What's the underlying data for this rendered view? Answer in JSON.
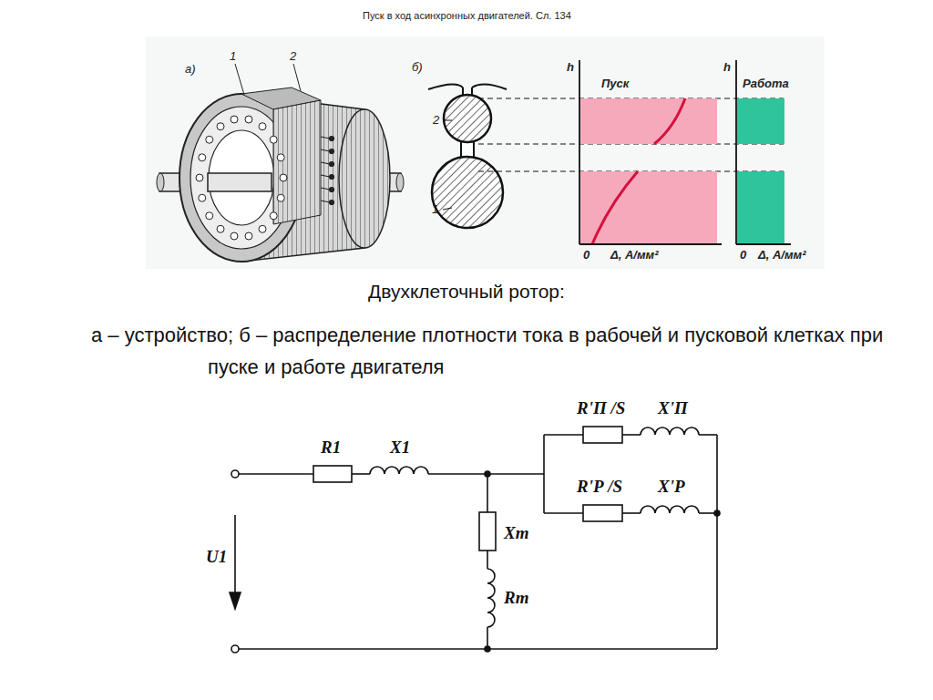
{
  "diagram": {
    "title": "Двухклеточный ротор:",
    "caption": "а – устройство; б – распределение плотности тока в рабочей и пусковой клетках при пуске и работе двигателя",
    "labels": [
      "Пуск в ход асинхронных двигателей. Сл. 134",
      "а)",
      "1",
      "2",
      "б)",
      "2",
      "1",
      "h",
      "Пуск",
      "0",
      "Δ, А/мм²",
      "h",
      "Работа",
      "0",
      "Δ, А/мм²",
      "R1",
      "X1",
      "Xm",
      "Rm",
      "U1",
      "R'П /S",
      "X'П",
      "R'Р /S",
      "X'Р"
    ]
  }
}
